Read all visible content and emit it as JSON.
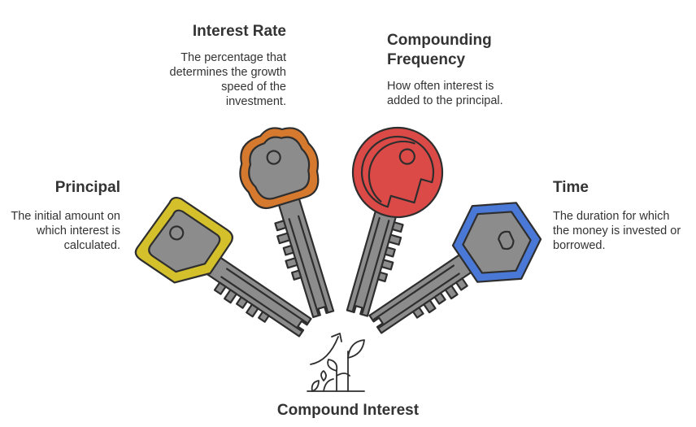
{
  "labels": {
    "interest_rate": {
      "title": "Interest Rate",
      "desc": [
        "The percentage that",
        "determines the growth",
        "speed of the",
        "investment."
      ]
    },
    "compounding_frequency": {
      "title": [
        "Compounding",
        "Frequency"
      ],
      "desc": [
        "How often interest is",
        "added to the principal."
      ]
    },
    "principal": {
      "title": "Principal",
      "desc": [
        "The initial amount on",
        "which interest is",
        "calculated."
      ]
    },
    "time": {
      "title": "Time",
      "desc": [
        "The duration for which",
        "the money is invested or",
        "borrowed."
      ]
    }
  },
  "center_title": "Compound Interest",
  "icons": {
    "center": "growing-plant-icon",
    "keys": [
      "yellow-key-icon",
      "orange-key-icon",
      "red-key-icon",
      "blue-key-icon"
    ]
  },
  "colors": {
    "principal": "#d4c02a",
    "interest_rate": "#d5792f",
    "compounding_frequency": "#dc4a48",
    "time": "#4a78d6",
    "key_body": "#8c8c8c",
    "outline": "#2e2e2e"
  }
}
